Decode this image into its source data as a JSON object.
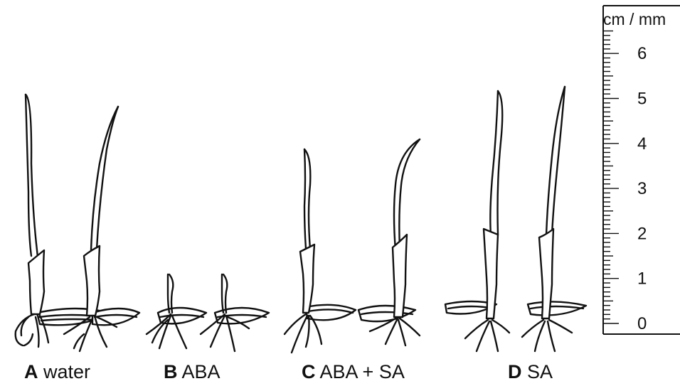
{
  "panels": [
    {
      "letter": "A",
      "treatment": "water"
    },
    {
      "letter": "B",
      "treatment": "ABA"
    },
    {
      "letter": "C",
      "treatment": "ABA + SA"
    },
    {
      "letter": "D",
      "treatment": "SA"
    }
  ],
  "ruler": {
    "unit_label": "cm / mm",
    "labels": [
      "0",
      "1",
      "2",
      "3",
      "4",
      "5",
      "6"
    ]
  },
  "colors": {
    "ink": "#111111",
    "seed_fill": "#ffffff"
  }
}
